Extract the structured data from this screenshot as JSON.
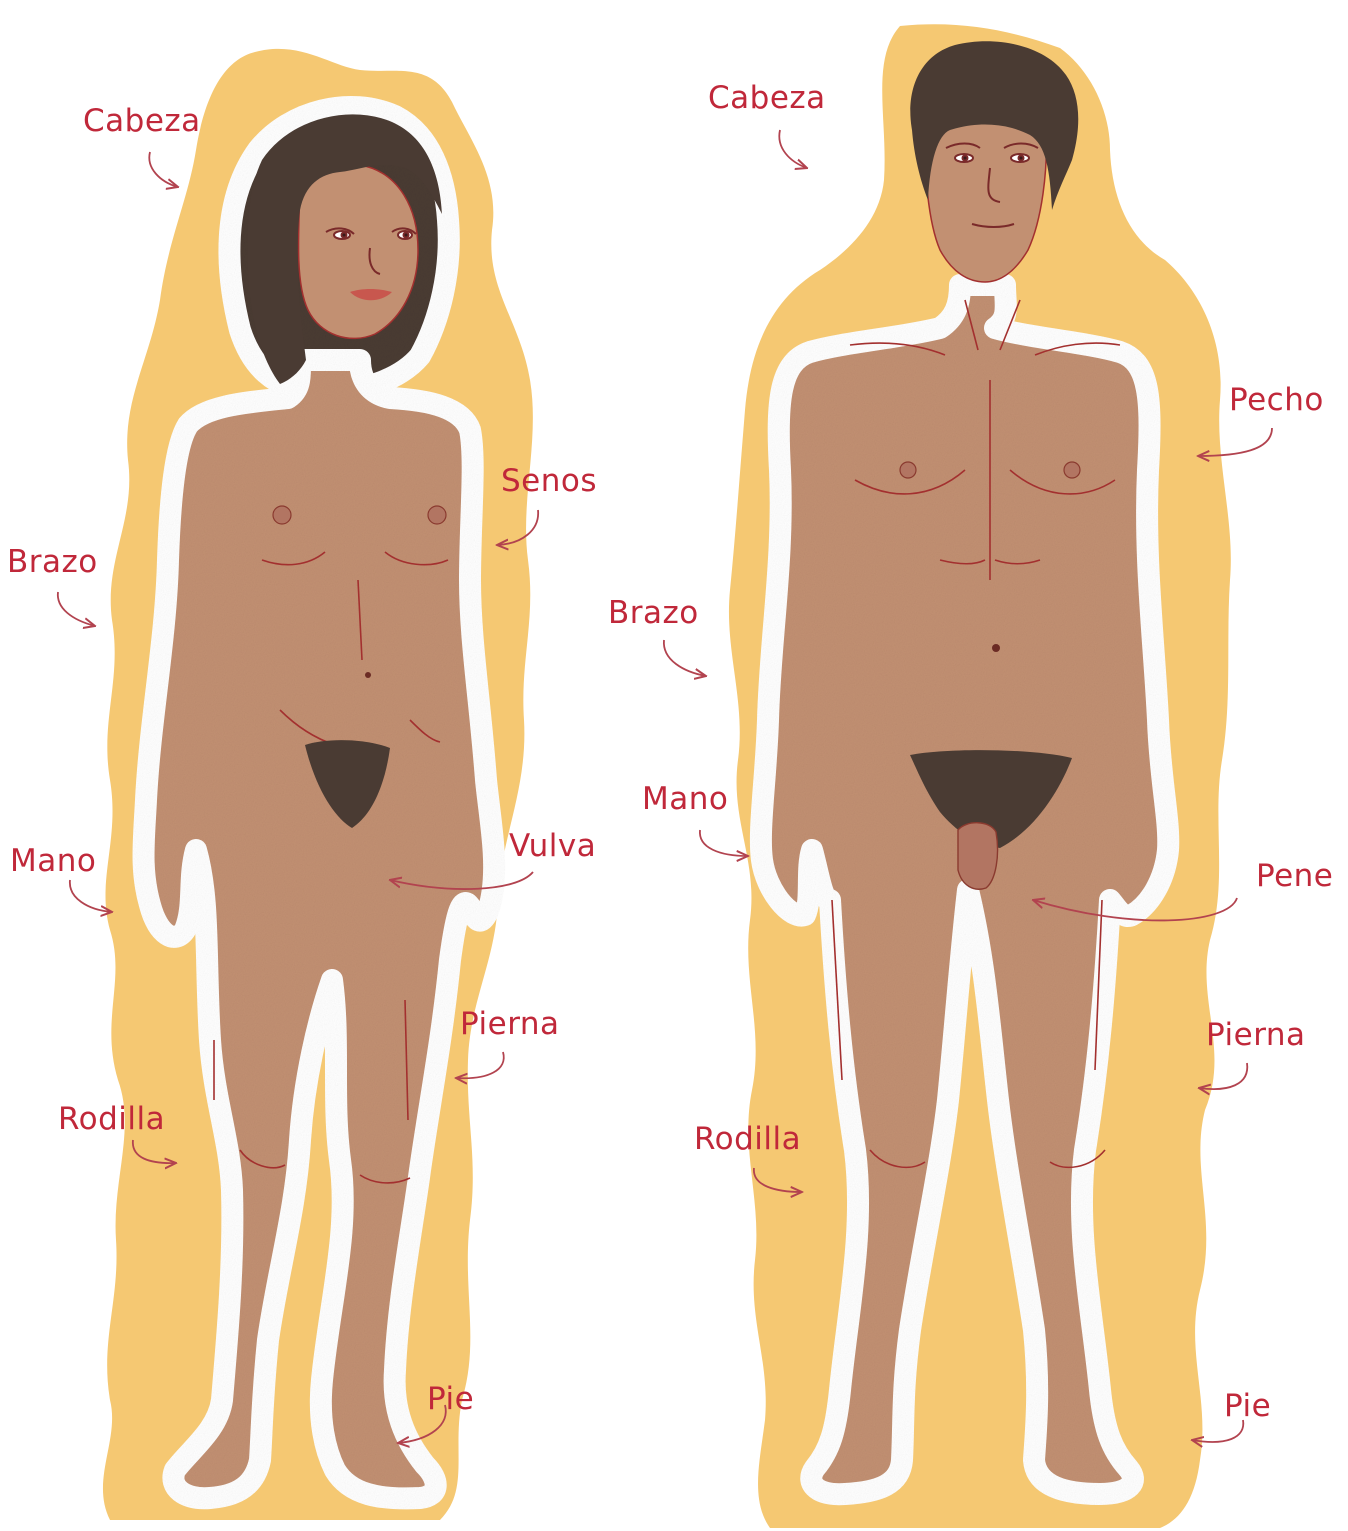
{
  "colors": {
    "label": "#c0283a",
    "arrow": "#b2434f",
    "backdrop": "#f5c872",
    "outline": "#ffffff",
    "skin": "#c29072",
    "skin_shade": "#a67257",
    "contour": "#a3302f",
    "hair": "#4a3b33"
  },
  "female": {
    "name": "female-figure",
    "labels": {
      "head": "Cabeza",
      "breasts": "Senos",
      "arm": "Brazo",
      "vulva": "Vulva",
      "hand": "Mano",
      "leg": "Pierna",
      "knee": "Rodilla",
      "foot": "Pie"
    }
  },
  "male": {
    "name": "male-figure",
    "labels": {
      "head": "Cabeza",
      "chest": "Pecho",
      "arm": "Brazo",
      "hand": "Mano",
      "penis": "Pene",
      "leg": "Pierna",
      "knee": "Rodilla",
      "foot": "Pie"
    }
  }
}
